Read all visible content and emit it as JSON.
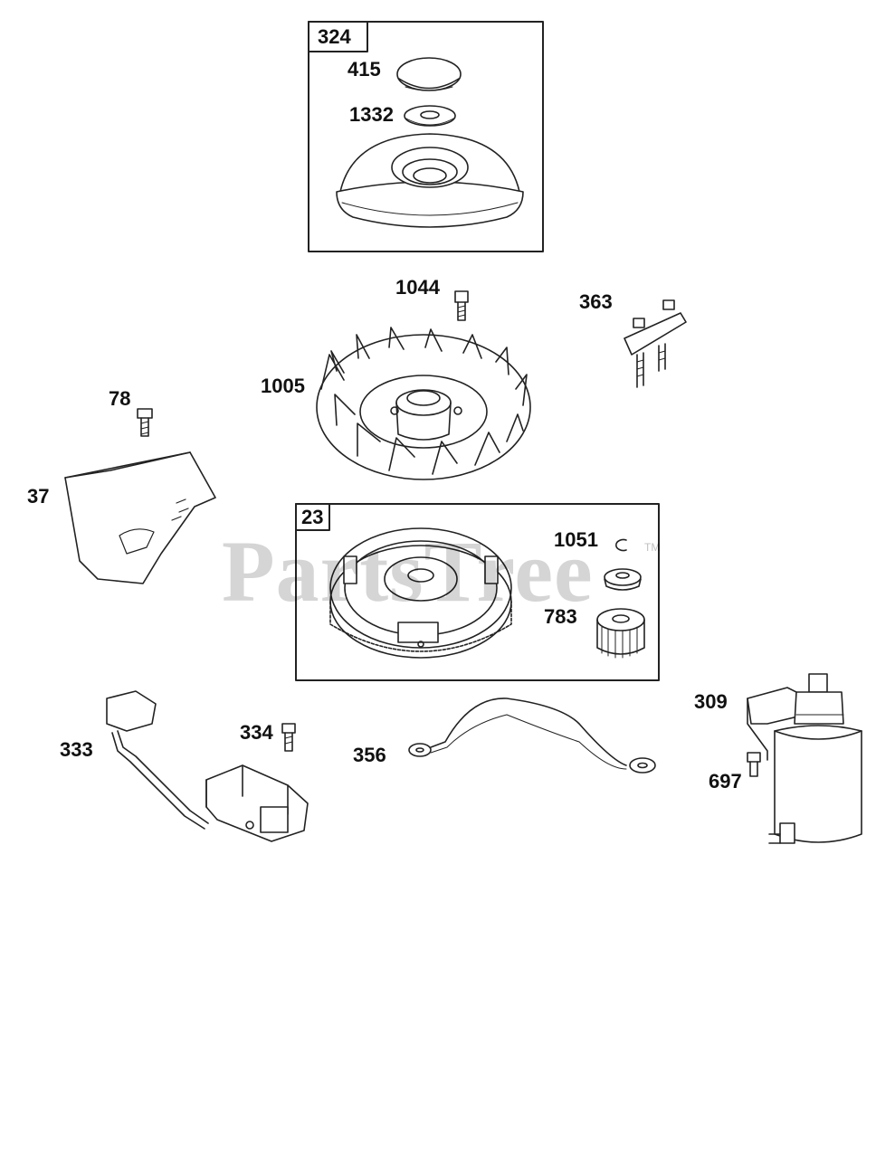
{
  "watermark": {
    "text": "PartsTree",
    "trademark": "TM"
  },
  "assemblies": [
    {
      "id": "box-324",
      "label": "324"
    },
    {
      "id": "box-23",
      "label": "23"
    }
  ],
  "parts": [
    {
      "id": "part-415",
      "label": "415",
      "icon": "cap-plug-icon"
    },
    {
      "id": "part-1332",
      "label": "1332",
      "icon": "washer-icon"
    },
    {
      "id": "part-1044",
      "label": "1044",
      "icon": "bolt-icon"
    },
    {
      "id": "part-363",
      "label": "363",
      "icon": "bracket-icon"
    },
    {
      "id": "part-1005",
      "label": "1005",
      "icon": "fan-icon"
    },
    {
      "id": "part-78",
      "label": "78",
      "icon": "screw-icon"
    },
    {
      "id": "part-37",
      "label": "37",
      "icon": "shroud-icon"
    },
    {
      "id": "part-1051",
      "label": "1051",
      "icon": "retaining-ring-icon"
    },
    {
      "id": "part-783",
      "label": "783",
      "icon": "gear-icon"
    },
    {
      "id": "part-309",
      "label": "309",
      "icon": "starter-motor-icon"
    },
    {
      "id": "part-333",
      "label": "333",
      "icon": "ignition-coil-icon"
    },
    {
      "id": "part-334",
      "label": "334",
      "icon": "screw-icon"
    },
    {
      "id": "part-356",
      "label": "356",
      "icon": "ground-wire-icon"
    },
    {
      "id": "part-697",
      "label": "697",
      "icon": "screw-icon"
    }
  ]
}
